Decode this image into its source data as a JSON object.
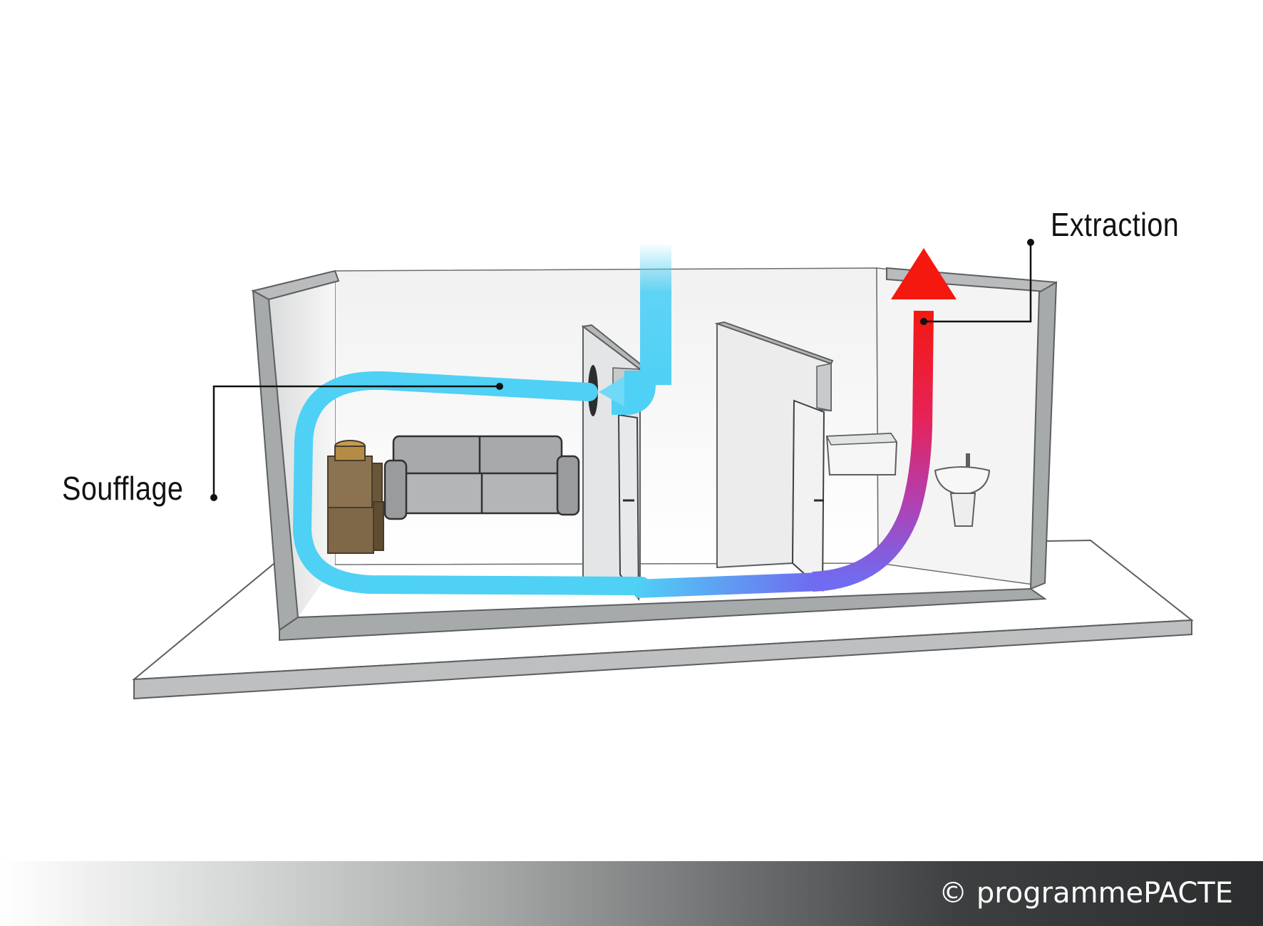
{
  "labels": {
    "extraction": "Extraction",
    "soufflage": "Soufflage"
  },
  "footer": {
    "copyright": "© programmePACTE"
  },
  "colors": {
    "supply_air": "#4fd0f5",
    "exhaust_air": "#f21d14",
    "transition_air": "#7a5cf0",
    "wall": "#a7aaab",
    "floor": "#ffffff"
  },
  "icons": [
    "sofa-icon",
    "boxes-icon",
    "bathtub-icon",
    "sink-icon",
    "door-icon"
  ]
}
